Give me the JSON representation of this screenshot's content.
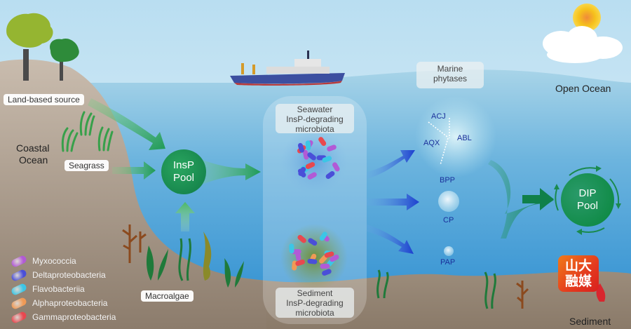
{
  "labels": {
    "land_based_source": "Land-based source",
    "coastal_ocean_line1": "Coastal",
    "coastal_ocean_line2": "Ocean",
    "seagrass": "Seagrass",
    "macroalgae": "Macroalgae",
    "open_ocean": "Open Ocean",
    "sediment": "Sediment",
    "marine_phytases_line1": "Marine",
    "marine_phytases_line2": "phytases"
  },
  "pools": {
    "insp": {
      "line1": "InsP",
      "line2": "Pool"
    },
    "dip": {
      "line1": "DIP",
      "line2": "Pool"
    }
  },
  "microbiota": {
    "seawater": {
      "line1": "Seawater",
      "line2": "InsP-degrading",
      "line3": "microbiota"
    },
    "sediment": {
      "line1": "Sediment",
      "line2": "InsP-degrading",
      "line3": "microbiota"
    }
  },
  "enzymes": {
    "acj": "ACJ",
    "abl": "ABL",
    "aqx": "AQX",
    "bpp": "BPP",
    "cp": "CP",
    "pap": "PAP"
  },
  "legend": [
    {
      "label": "Myxococcia",
      "color": "#b25ad6"
    },
    {
      "label": "Deltaproteobacteria",
      "color": "#4a4fd8"
    },
    {
      "label": "Flavobacteriia",
      "color": "#3cc6e6"
    },
    {
      "label": "Alphaproteobacteria",
      "color": "#f09a55"
    },
    {
      "label": "Gammaproteobacteria",
      "color": "#e8484f"
    }
  ],
  "watermark": {
    "line1": "山大",
    "line2": "融媒"
  },
  "colors": {
    "sky_top": "#bfe1f2",
    "sea_surface": "#a9d6ea",
    "sea_deep": "#2f8fcf",
    "land": "#c7b9aa",
    "sediment": "#968675",
    "pool_green": "#1f9a55",
    "arrow_blue": "#1d3fcf"
  }
}
